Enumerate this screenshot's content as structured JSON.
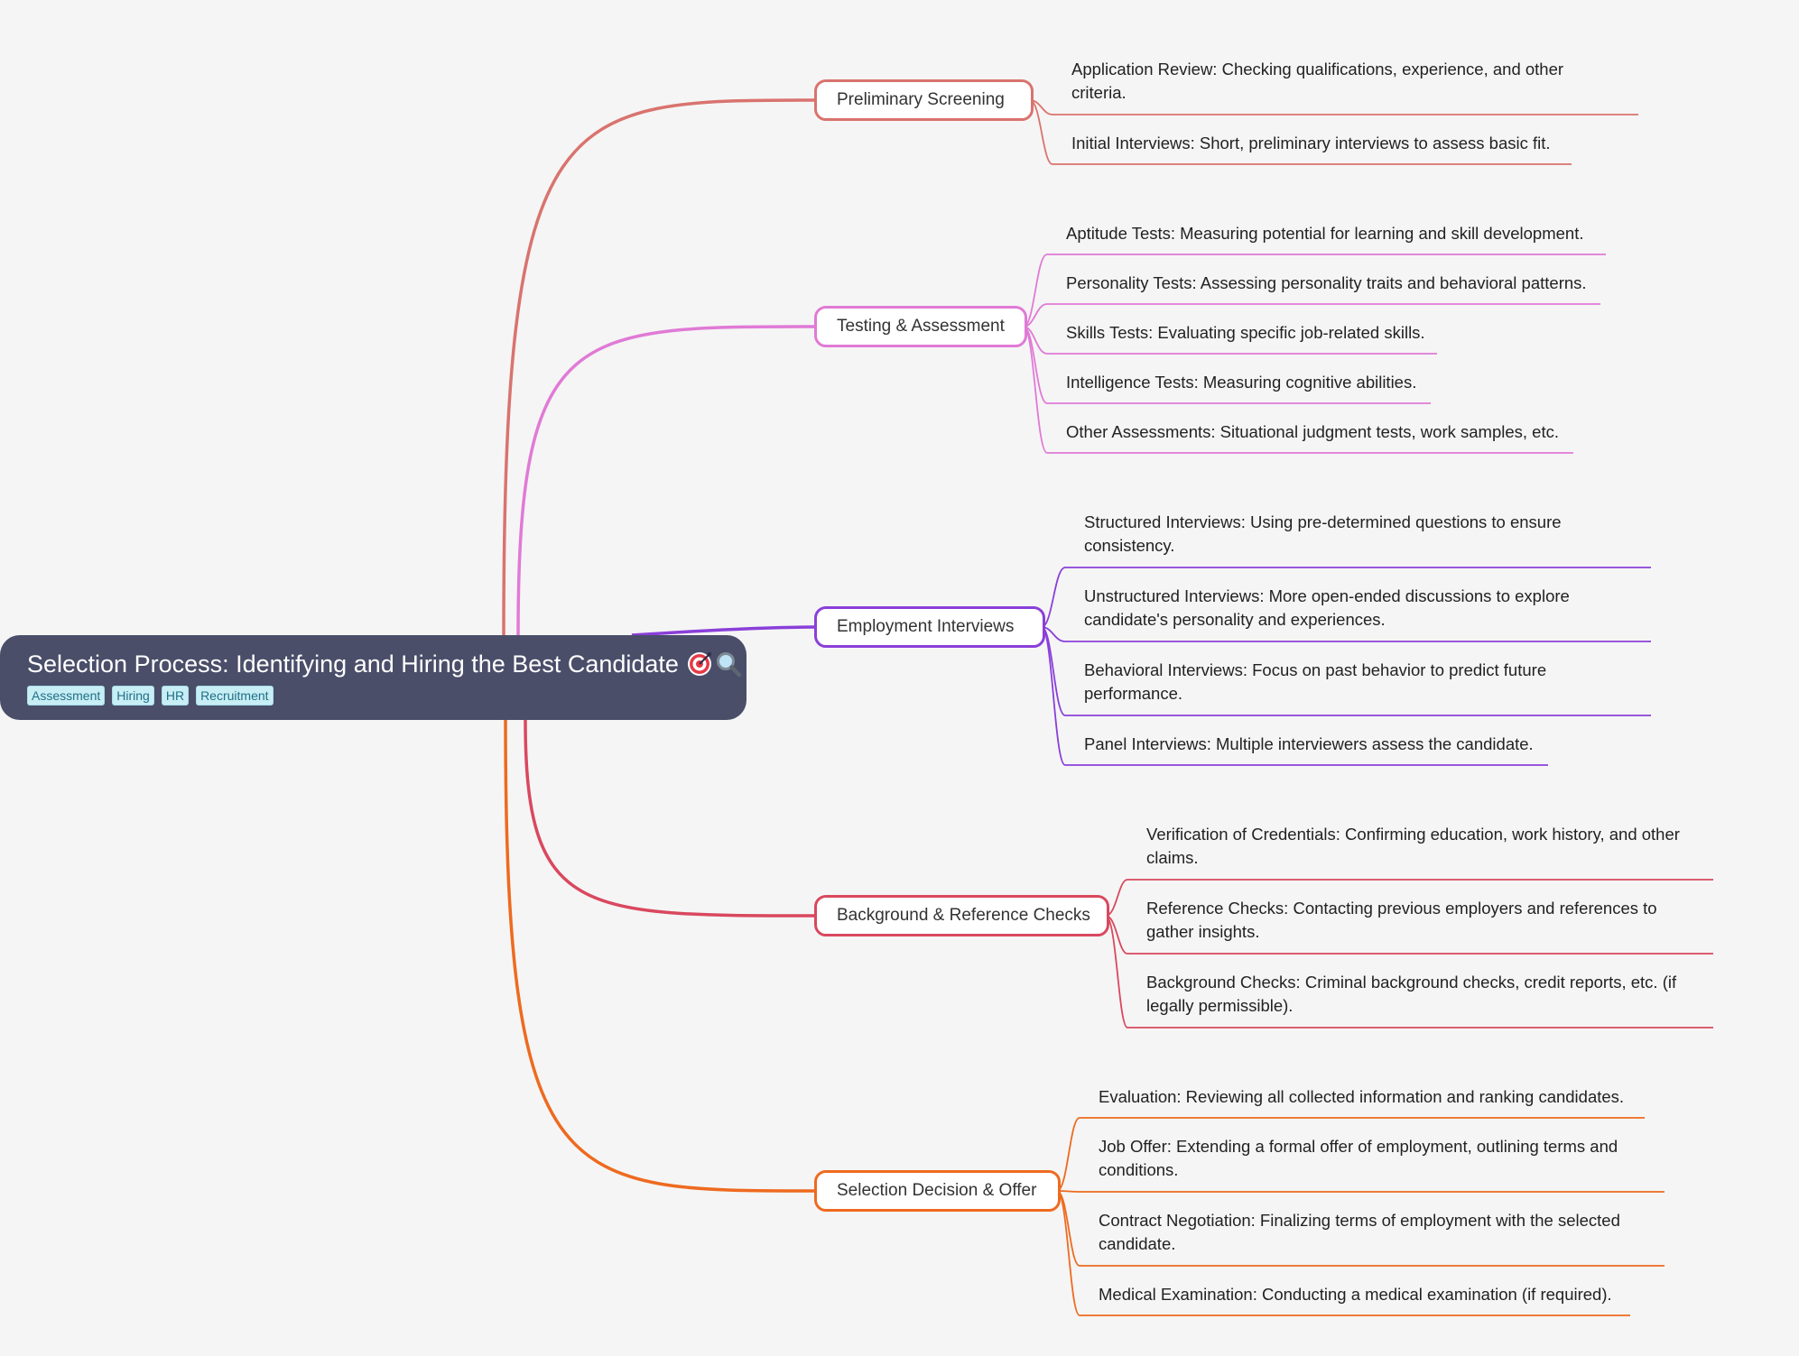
{
  "root": {
    "title": "Selection Process: Identifying and Hiring the Best Candidate",
    "emojis": [
      "target-icon",
      "magnifier-icon"
    ],
    "tags": [
      "Assessment",
      "Hiring",
      "HR",
      "Recruitment"
    ]
  },
  "branches": [
    {
      "label": "Preliminary Screening",
      "color": "#d9736e",
      "leaves": [
        {
          "lines": [
            "Application Review:  Checking qualifications, experience, and other",
            "criteria."
          ]
        },
        {
          "lines": [
            "Initial Interviews:  Short, preliminary interviews to assess basic fit."
          ]
        }
      ]
    },
    {
      "label": "Testing & Assessment",
      "color": "#e07ad6",
      "leaves": [
        {
          "lines": [
            "Aptitude Tests:  Measuring potential for learning and skill development."
          ]
        },
        {
          "lines": [
            "Personality Tests:  Assessing personality traits and behavioral patterns."
          ]
        },
        {
          "lines": [
            "Skills Tests:  Evaluating specific job-related skills."
          ]
        },
        {
          "lines": [
            "Intelligence Tests:  Measuring cognitive abilities."
          ]
        },
        {
          "lines": [
            "Other Assessments:  Situational judgment tests, work samples, etc."
          ]
        }
      ]
    },
    {
      "label": "Employment Interviews",
      "color": "#8a3fd9",
      "leaves": [
        {
          "lines": [
            "Structured Interviews:  Using pre-determined questions to ensure",
            "consistency."
          ]
        },
        {
          "lines": [
            "Unstructured Interviews:  More open-ended discussions to explore",
            "candidate's personality and experiences."
          ]
        },
        {
          "lines": [
            "Behavioral Interviews:  Focus on past behavior to predict future",
            "performance."
          ]
        },
        {
          "lines": [
            "Panel Interviews:  Multiple interviewers assess the candidate."
          ]
        }
      ]
    },
    {
      "label": "Background & Reference Checks",
      "color": "#d9485e",
      "leaves": [
        {
          "lines": [
            "Verification of Credentials:  Confirming education, work history, and other",
            "claims."
          ]
        },
        {
          "lines": [
            "Reference Checks:  Contacting previous employers and references to",
            "gather insights."
          ]
        },
        {
          "lines": [
            "Background Checks:  Criminal background checks, credit reports, etc. (if",
            "legally permissible)."
          ]
        }
      ]
    },
    {
      "label": "Selection Decision & Offer",
      "color": "#ee6a1f",
      "leaves": [
        {
          "lines": [
            "Evaluation:  Reviewing all collected information and ranking candidates."
          ]
        },
        {
          "lines": [
            "Job Offer:  Extending a formal offer of employment, outlining terms and",
            "conditions."
          ]
        },
        {
          "lines": [
            "Contract Negotiation:  Finalizing terms of employment with the selected",
            "candidate."
          ]
        },
        {
          "lines": [
            "Medical Examination:  Conducting a medical examination (if required)."
          ]
        }
      ]
    }
  ]
}
